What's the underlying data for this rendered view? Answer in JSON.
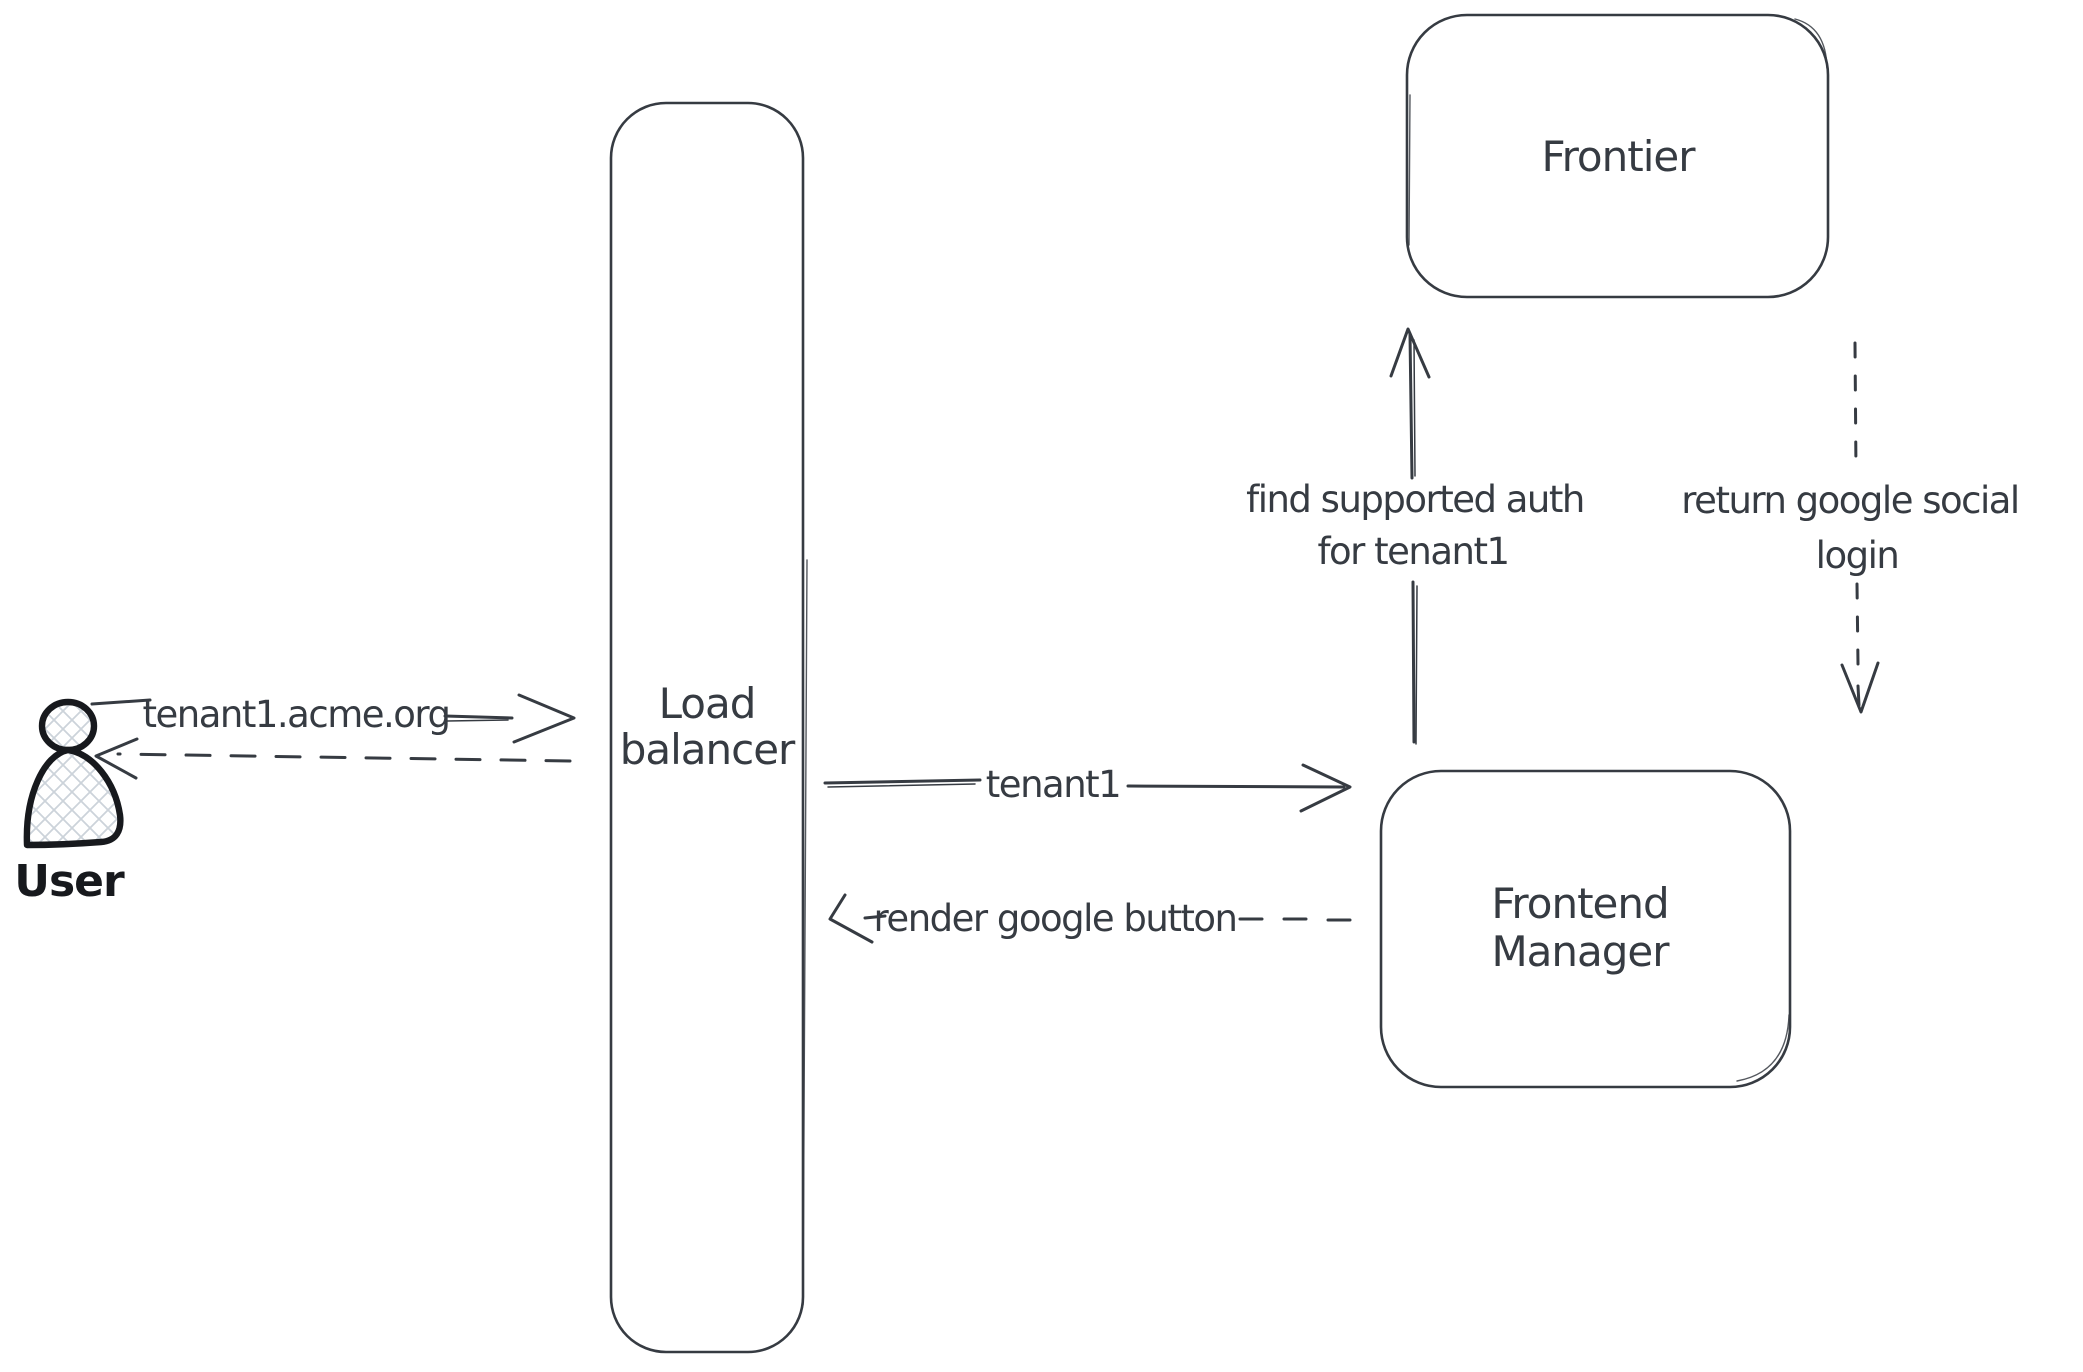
{
  "canvas": {
    "colors": {
      "ink": "#363b42",
      "stroke": "#363b42",
      "user_stroke": "#17191d",
      "hatch": "#ccd3da",
      "background": "#ffffff"
    }
  },
  "nodes": {
    "user": {
      "label": "User",
      "shape": "person-icon"
    },
    "load_balancer": {
      "line1": "Load",
      "line2": "balancer",
      "shape": "rounded-rectangle"
    },
    "frontier": {
      "label": "Frontier",
      "shape": "rounded-rectangle"
    },
    "frontend_manager": {
      "line1": "Frontend",
      "line2": "Manager",
      "shape": "rounded-rectangle"
    }
  },
  "edges": {
    "user_to_load_balancer": {
      "label": "tenant1.acme.org",
      "style": "solid",
      "direction": "right"
    },
    "load_balancer_to_user": {
      "style": "dashed",
      "direction": "left"
    },
    "load_balancer_to_frontend_manager": {
      "label": "tenant1",
      "style": "solid",
      "direction": "right"
    },
    "frontend_manager_to_load_balancer": {
      "label": "render google button",
      "style": "dashed",
      "direction": "left"
    },
    "frontend_manager_to_frontier": {
      "line1": "find supported auth",
      "line2": "for tenant1",
      "style": "solid",
      "direction": "up"
    },
    "frontier_to_frontend_manager": {
      "line1": "return google social",
      "line2": "login",
      "style": "dashed",
      "direction": "down"
    }
  }
}
